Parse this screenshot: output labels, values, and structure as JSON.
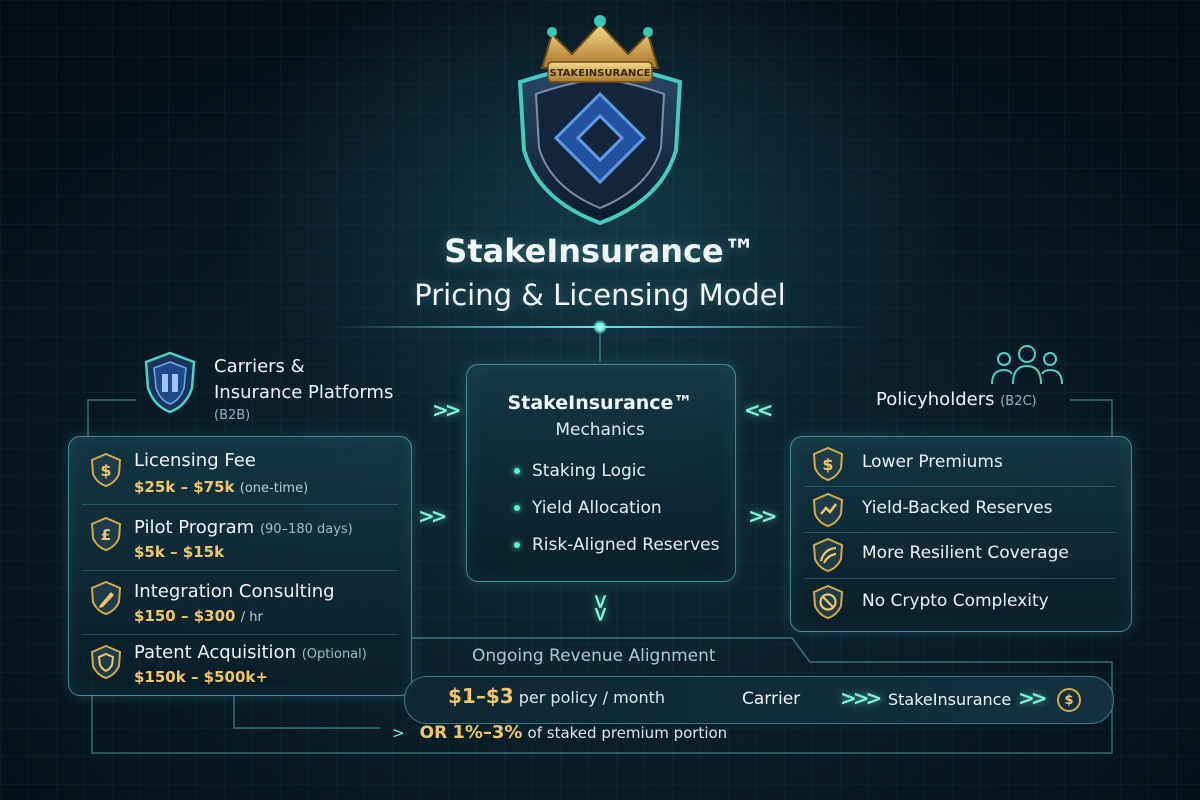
{
  "title": {
    "line1": "StakeInsurance™",
    "line2": "Pricing & Licensing Model"
  },
  "logo": {
    "crest_text": "STAKEINSURANCE",
    "icon": "crown-shield-icon"
  },
  "b2b": {
    "heading": "Carriers &",
    "heading2": "Insurance Platforms",
    "tag": "(B2B)",
    "items": [
      {
        "icon": "dollar-badge-icon",
        "title": "Licensing Fee",
        "title_note": "",
        "price": "$25k – $75k",
        "price_note": "(one-time)"
      },
      {
        "icon": "pound-badge-icon",
        "title": "Pilot Program",
        "title_note": "(90–180 days)",
        "price": "$5k – $15k",
        "price_note": ""
      },
      {
        "icon": "pencil-badge-icon",
        "title": "Integration Consulting",
        "title_note": "",
        "price": "$150 – $300",
        "price_note": "/ hr"
      },
      {
        "icon": "shield-badge-icon",
        "title": "Patent Acquisition",
        "title_note": "(Optional)",
        "price": "$150k – $500k+",
        "price_note": ""
      }
    ]
  },
  "mechanics": {
    "title": "StakeInsurance™",
    "subtitle": "Mechanics",
    "items": [
      "Staking Logic",
      "Yield Allocation",
      "Risk-Aligned Reserves"
    ]
  },
  "b2c": {
    "heading": "Policyholders",
    "tag": "(B2C)",
    "items": [
      {
        "icon": "dollar-badge-icon",
        "label": "Lower Premiums"
      },
      {
        "icon": "yield-badge-icon",
        "label": "Yield-Backed Reserves"
      },
      {
        "icon": "resilience-badge-icon",
        "label": "More Resilient Coverage"
      },
      {
        "icon": "no-sign-badge-icon",
        "label": "No Crypto Complexity"
      }
    ]
  },
  "revenue": {
    "title": "Ongoing Revenue Alignment",
    "amount": "$1–$3",
    "unit": "per policy / month",
    "flow_from": "Carrier",
    "flow_to": "StakeInsurance",
    "coin": "$",
    "or_word": "OR",
    "or_amount": "1%–3%",
    "or_text": "of staked premium portion"
  },
  "colors": {
    "accent": "#5ff0e4",
    "gold": "#f3c56a",
    "panel_border": "#6ed7dc",
    "background": "#081822"
  }
}
